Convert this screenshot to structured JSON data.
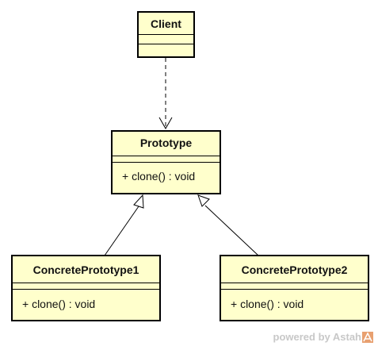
{
  "diagram": {
    "classes": {
      "client": {
        "name": "Client",
        "operation": ""
      },
      "prototype": {
        "name": "Prototype",
        "operation": "+ clone() : void"
      },
      "concrete1": {
        "name": "ConcretePrototype1",
        "operation": "+ clone() : void"
      },
      "concrete2": {
        "name": "ConcretePrototype2",
        "operation": "+ clone() : void"
      }
    },
    "relationships": [
      {
        "from": "Client",
        "to": "Prototype",
        "kind": "dependency"
      },
      {
        "from": "ConcretePrototype1",
        "to": "Prototype",
        "kind": "generalization"
      },
      {
        "from": "ConcretePrototype2",
        "to": "Prototype",
        "kind": "generalization"
      }
    ]
  },
  "footer": {
    "text": "powered by Astah"
  },
  "colors": {
    "class_fill": "#ffffcc",
    "line": "#000000",
    "footer_text": "#c8c8c8"
  },
  "icons": {
    "footer_logo": "astah-logo-icon"
  }
}
